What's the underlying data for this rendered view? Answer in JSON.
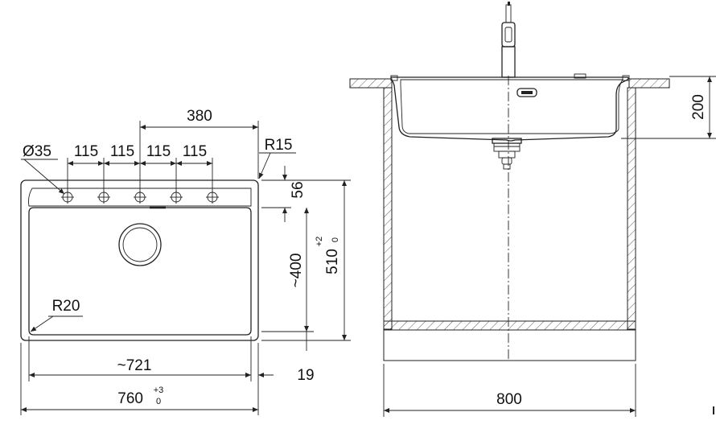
{
  "top_view": {
    "dim_380": "380",
    "dim_115_1": "115",
    "dim_115_2": "115",
    "dim_115_3": "115",
    "dim_115_4": "115",
    "dim_diameter": "Ø35",
    "dim_r15": "R15",
    "dim_56": "56",
    "dim_400": "~400",
    "dim_510": "510",
    "dim_510_tol_upper": "+2",
    "dim_510_tol_lower": "0",
    "dim_r20": "R20",
    "dim_721": "~721",
    "dim_19": "19",
    "dim_760": "760",
    "dim_760_tol_upper": "+3",
    "dim_760_tol_lower": "0"
  },
  "side_view": {
    "dim_200": "200",
    "dim_800": "800"
  }
}
